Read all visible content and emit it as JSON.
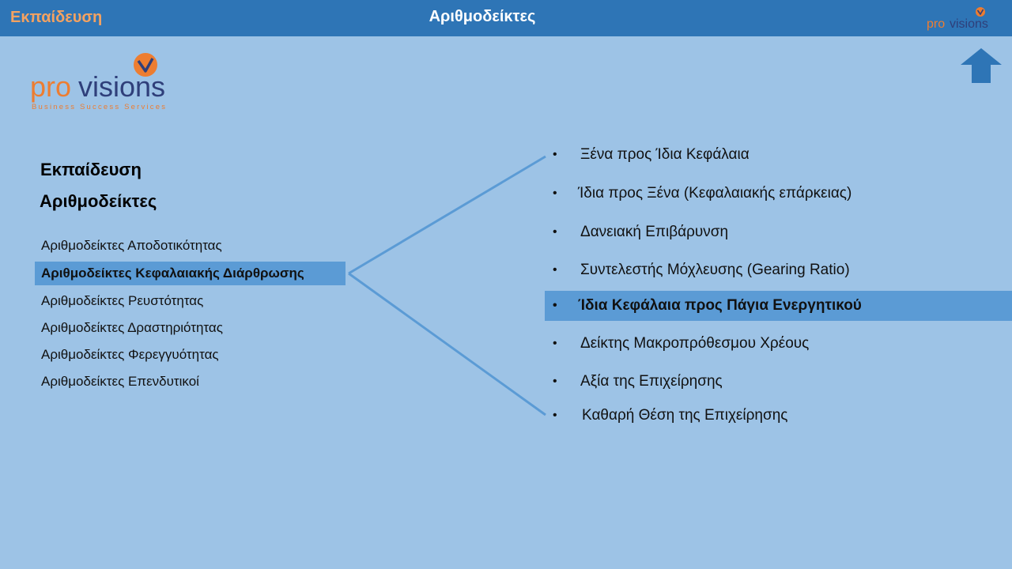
{
  "header": {
    "section": "Εκπαίδευση",
    "title": "Αριθμοδείκτες",
    "logo_text_pro": "pro",
    "logo_text_visions": "visions"
  },
  "brand": {
    "logo_pro": "pro",
    "logo_visions": "visions",
    "tagline": "Business Success Services",
    "colors": {
      "orange": "#ed7d31",
      "navy": "#2f3f7a",
      "header": "#2e75b6",
      "highlight": "#5b9bd5",
      "background": "#9dc3e6"
    }
  },
  "nav": {
    "up_icon": "up-arrow-icon"
  },
  "headings": {
    "section": "Εκπαίδευση",
    "title": "Αριθμοδείκτες"
  },
  "left_menu": [
    {
      "label": "Αριθμοδείκτες Αποδοτικότητας",
      "active": false
    },
    {
      "label": "Αριθμοδείκτες Κεφαλαιακής  Διάρθρωσης",
      "active": true
    },
    {
      "label": "Αριθμοδείκτες Ρευστότητας",
      "active": false
    },
    {
      "label": "Αριθμοδείκτες Δραστηριότητας",
      "active": false
    },
    {
      "label": "Αριθμοδείκτες Φερεγγυότητας",
      "active": false
    },
    {
      "label": "Αριθμοδείκτες Επενδυτικοί",
      "active": false
    }
  ],
  "right_list": [
    {
      "label": "Ξένα προς Ίδια Κεφάλαια",
      "active": false
    },
    {
      "label": "Ίδια προς Ξένα (Κεφαλαιακής επάρκειας)",
      "active": false
    },
    {
      "label": "Δανειακή Επιβάρυνση",
      "active": false
    },
    {
      "label": "Συντελεστής Μόχλευσης  (Gearing Ratio)",
      "active": false
    },
    {
      "label": "Ίδια Κεφάλαια προς Πάγια Ενεργητικού",
      "active": true
    },
    {
      "label": "Δείκτης Μακροπρόθεσμου Χρέους",
      "active": false
    },
    {
      "label": "Αξία της Επιχείρησης",
      "active": false
    },
    {
      "label": "Καθαρή Θέση της Επιχείρησης",
      "active": false
    }
  ],
  "bullet": "•"
}
